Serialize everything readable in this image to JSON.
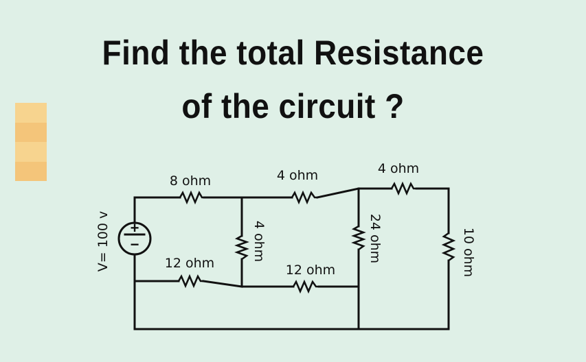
{
  "title": {
    "line1": "Find the total Resistance",
    "line2": "of the circuit ?"
  },
  "colors": {
    "background": "#dff0e7",
    "stripe_light": "#f7d48f",
    "stripe_dark": "#f4c57a",
    "ink": "#111111"
  },
  "source": {
    "label": "V= 100 v",
    "plus": "+",
    "minus": "−"
  },
  "resistors": {
    "r_8": "8 ohm",
    "r_4_top_mid": "4 ohm",
    "r_4_top_right": "4 ohm",
    "r_4_vertical": "4 ohm",
    "r_12_left": "12 ohm",
    "r_12_mid": "12 ohm",
    "r_24": "24 ohm",
    "r_10": "10 ohm"
  }
}
